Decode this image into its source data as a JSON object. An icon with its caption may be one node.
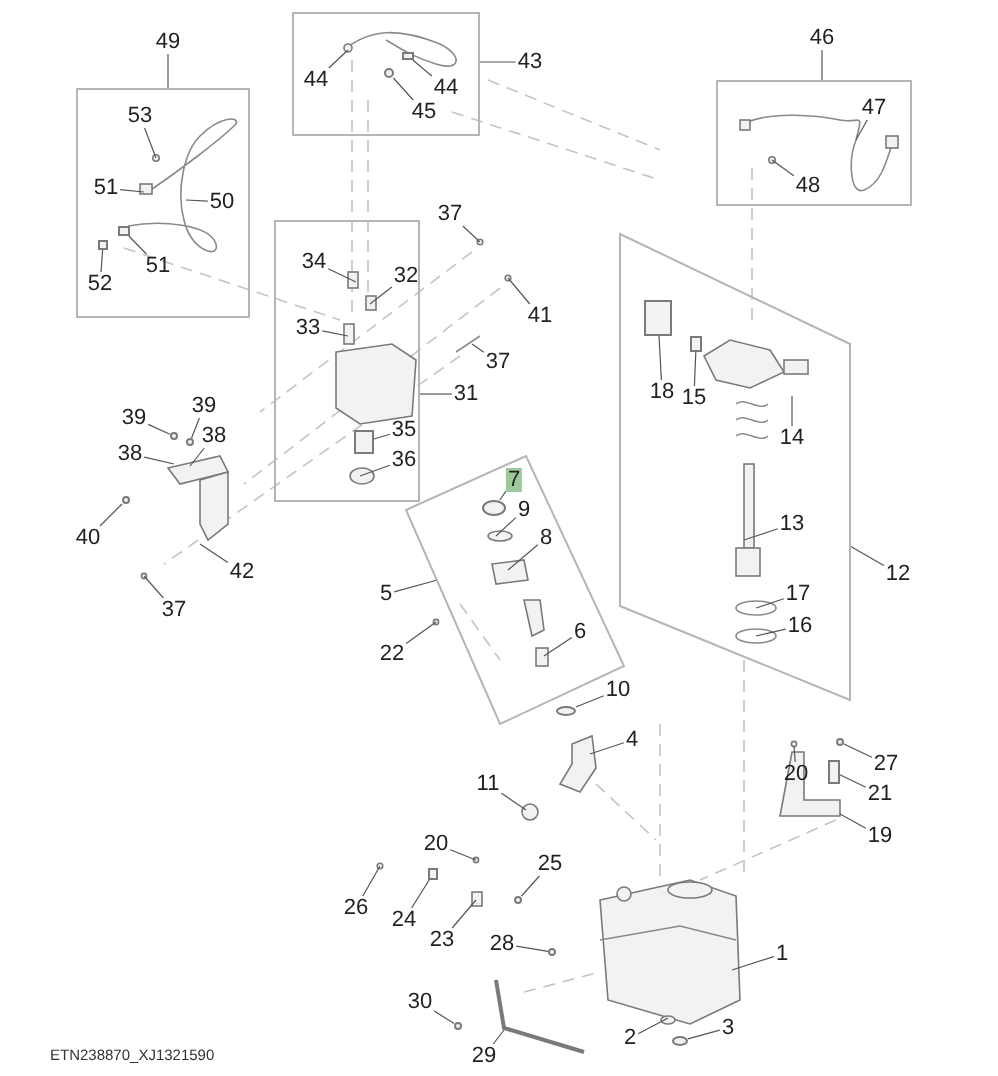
{
  "diagram": {
    "nodes": [
      {
        "text": [],
        "shape": "box"
      },
      {
        "text": [
          "44"
        ],
        "in": 0
      },
      {
        "text": [
          "44"
        ],
        "in": 0
      },
      {
        "text": [
          "45"
        ],
        "in": 0
      },
      {
        "text": [
          "43"
        ]
      },
      {
        "text": [
          "49"
        ]
      },
      {
        "text": [],
        "shape": "box"
      },
      {
        "text": [
          "53"
        ],
        "in": 6
      },
      {
        "text": [
          "51"
        ],
        "in": 6
      },
      {
        "text": [
          "50"
        ],
        "in": 6
      },
      {
        "text": [
          "51"
        ],
        "in": 6
      },
      {
        "text": [
          "52"
        ],
        "in": 6
      },
      {
        "text": [
          "46"
        ]
      },
      {
        "text": [],
        "shape": "box"
      },
      {
        "text": [
          "47"
        ],
        "in": 13
      },
      {
        "text": [
          "48"
        ],
        "in": 13
      },
      {
        "text": [
          "37"
        ]
      },
      {
        "text": [],
        "shape": "box"
      },
      {
        "text": [
          "34"
        ],
        "in": 17
      },
      {
        "text": [
          "32"
        ],
        "in": 17
      },
      {
        "text": [
          "33"
        ],
        "in": 17
      },
      {
        "text": [
          "35"
        ],
        "in": 17
      },
      {
        "text": [
          "36"
        ],
        "in": 17
      },
      {
        "text": [
          "31"
        ]
      },
      {
        "text": [
          "41"
        ]
      },
      {
        "text": [
          "37"
        ]
      },
      {
        "text": [],
        "shape": "box"
      },
      {
        "text": [
          "18"
        ],
        "in": 26
      },
      {
        "text": [
          "15"
        ],
        "in": 26
      },
      {
        "text": [
          "14"
        ],
        "in": 26
      },
      {
        "text": [
          "13"
        ],
        "in": 26
      },
      {
        "text": [
          "17"
        ],
        "in": 26
      },
      {
        "text": [
          "16"
        ],
        "in": 26
      },
      {
        "text": [
          "12"
        ]
      },
      {
        "text": [
          "39"
        ]
      },
      {
        "text": [
          "39"
        ]
      },
      {
        "text": [
          "38"
        ]
      },
      {
        "text": [
          "38"
        ]
      },
      {
        "text": [
          "40"
        ]
      },
      {
        "text": [
          "42"
        ]
      },
      {
        "text": [
          "37"
        ]
      },
      {
        "text": [],
        "shape": "box"
      },
      {
        "text": [
          "7"
        ],
        "in": 41
      },
      {
        "text": [
          "9"
        ],
        "in": 41
      },
      {
        "text": [
          "8"
        ],
        "in": 41
      },
      {
        "text": [
          "6"
        ],
        "in": 41
      },
      {
        "text": [
          "5"
        ]
      },
      {
        "text": [
          "22"
        ]
      },
      {
        "text": [
          "10"
        ]
      },
      {
        "text": [
          "4"
        ]
      },
      {
        "text": [
          "11"
        ]
      },
      {
        "text": [
          "20"
        ]
      },
      {
        "text": [
          "27"
        ]
      },
      {
        "text": [
          "21"
        ]
      },
      {
        "text": [
          "19"
        ]
      },
      {
        "text": [
          "25"
        ]
      },
      {
        "text": [
          "20"
        ]
      },
      {
        "text": [
          "26"
        ]
      },
      {
        "text": [
          "24"
        ]
      },
      {
        "text": [
          "23"
        ]
      },
      {
        "text": [
          "1"
        ]
      },
      {
        "text": [
          "28"
        ]
      },
      {
        "text": [
          "30"
        ]
      },
      {
        "text": [
          "2"
        ]
      },
      {
        "text": [
          "3"
        ]
      },
      {
        "text": [
          "29"
        ]
      },
      {
        "text": [],
        "shape": "circle",
        "in": 0
      },
      {
        "text": [],
        "shape": "box",
        "in": 6
      },
      {
        "text": [],
        "shape": "box",
        "in": 26
      },
      {
        "text": [],
        "shape": "box",
        "in": 26
      },
      {
        "text": [],
        "shape": "circle"
      },
      {
        "text": [],
        "shape": "circle"
      },
      {
        "text": [],
        "shape": "circle",
        "in": 41
      },
      {
        "text": [],
        "shape": "circle"
      },
      {
        "text": [],
        "shape": "box"
      },
      {
        "text": [],
        "shape": "circle"
      },
      {
        "text": [],
        "shape": "box"
      },
      {
        "text": [],
        "shape": "circle"
      },
      {
        "text": [],
        "shape": "circle"
      },
      {
        "text": [],
        "shape": "circle"
      },
      {
        "text": [],
        "shape": "box",
        "in": 17
      },
      {
        "text": [],
        "shape": "box",
        "in": 6
      },
      {
        "text": [],
        "shape": "circle"
      },
      {
        "text": [],
        "shape": "circle"
      },
      {
        "text": [],
        "shape": "box",
        "in": 0
      }
    ],
    "edges": [
      {
        "from": 1,
        "to": null,
        "arrow": "none"
      },
      {
        "from": 2,
        "to": 84,
        "arrow": "none"
      },
      {
        "from": 3,
        "to": 66,
        "arrow": "none"
      },
      {
        "from": 4,
        "to": 0,
        "arrow": "none"
      },
      {
        "from": 5,
        "to": 6,
        "arrow": "none"
      },
      {
        "from": 7,
        "to": null,
        "arrow": "none"
      },
      {
        "from": 8,
        "to": null,
        "arrow": "none"
      },
      {
        "from": 9,
        "to": null,
        "arrow": "none"
      },
      {
        "from": 10,
        "to": 67,
        "arrow": "none"
      },
      {
        "from": 11,
        "to": 81,
        "arrow": "none"
      },
      {
        "from": 12,
        "to": 13,
        "arrow": "none"
      },
      {
        "from": 14,
        "to": null,
        "arrow": "none"
      },
      {
        "from": 15,
        "to": null,
        "arrow": "none"
      },
      {
        "from": 16,
        "to": null,
        "arrow": "none"
      },
      {
        "from": 18,
        "to": null,
        "arrow": "none"
      },
      {
        "from": 19,
        "to": null,
        "arrow": "none"
      },
      {
        "from": 20,
        "to": null,
        "arrow": "none"
      },
      {
        "from": 21,
        "to": 80,
        "arrow": "none"
      },
      {
        "from": 22,
        "to": null,
        "arrow": "none"
      },
      {
        "from": 23,
        "to": 17,
        "arrow": "none"
      },
      {
        "from": 24,
        "to": null,
        "arrow": "none"
      },
      {
        "from": 25,
        "to": null,
        "arrow": "none"
      },
      {
        "from": 27,
        "to": 68,
        "arrow": "none"
      },
      {
        "from": 28,
        "to": 69,
        "arrow": "none"
      },
      {
        "from": 29,
        "to": null,
        "arrow": "none"
      },
      {
        "from": 30,
        "to": null,
        "arrow": "none"
      },
      {
        "from": 31,
        "to": null,
        "arrow": "none"
      },
      {
        "from": 32,
        "to": null,
        "arrow": "none"
      },
      {
        "from": 33,
        "to": 26,
        "arrow": "none"
      },
      {
        "from": 34,
        "to": 82,
        "arrow": "none"
      },
      {
        "from": 35,
        "to": 70,
        "arrow": "none"
      },
      {
        "from": 36,
        "to": null,
        "arrow": "none"
      },
      {
        "from": 37,
        "to": null,
        "arrow": "none"
      },
      {
        "from": 38,
        "to": 71,
        "arrow": "none"
      },
      {
        "from": 39,
        "to": null,
        "arrow": "none"
      },
      {
        "from": 40,
        "to": null,
        "arrow": "none"
      },
      {
        "from": 42,
        "to": 72,
        "arrow": "none"
      },
      {
        "from": 43,
        "to": null,
        "arrow": "none"
      },
      {
        "from": 44,
        "to": null,
        "arrow": "none"
      },
      {
        "from": 45,
        "to": null,
        "arrow": "none"
      },
      {
        "from": 46,
        "to": 41,
        "arrow": "none"
      },
      {
        "from": 47,
        "to": null,
        "arrow": "none"
      },
      {
        "from": 48,
        "to": 73,
        "arrow": "none"
      },
      {
        "from": 49,
        "to": null,
        "arrow": "none"
      },
      {
        "from": 50,
        "to": null,
        "arrow": "none"
      },
      {
        "from": 51,
        "to": null,
        "arrow": "none"
      },
      {
        "from": 52,
        "to": 83,
        "arrow": "none"
      },
      {
        "from": 53,
        "to": 74,
        "arrow": "none"
      },
      {
        "from": 54,
        "to": null,
        "arrow": "none"
      },
      {
        "from": 55,
        "to": 75,
        "arrow": "none"
      },
      {
        "from": 56,
        "to": null,
        "arrow": "none"
      },
      {
        "from": 57,
        "to": null,
        "arrow": "none"
      },
      {
        "from": 58,
        "to": 76,
        "arrow": "none"
      },
      {
        "from": 59,
        "to": null,
        "arrow": "none"
      },
      {
        "from": 60,
        "to": null,
        "arrow": "none"
      },
      {
        "from": 61,
        "to": 79,
        "arrow": "none"
      },
      {
        "from": 62,
        "to": 77,
        "arrow": "none"
      },
      {
        "from": 63,
        "to": null,
        "arrow": "none"
      },
      {
        "from": 64,
        "to": 78,
        "arrow": "none"
      },
      {
        "from": 65,
        "to": null,
        "arrow": "none"
      }
    ],
    "labels": [
      "ETN238870_XJ1321590"
    ]
  }
}
